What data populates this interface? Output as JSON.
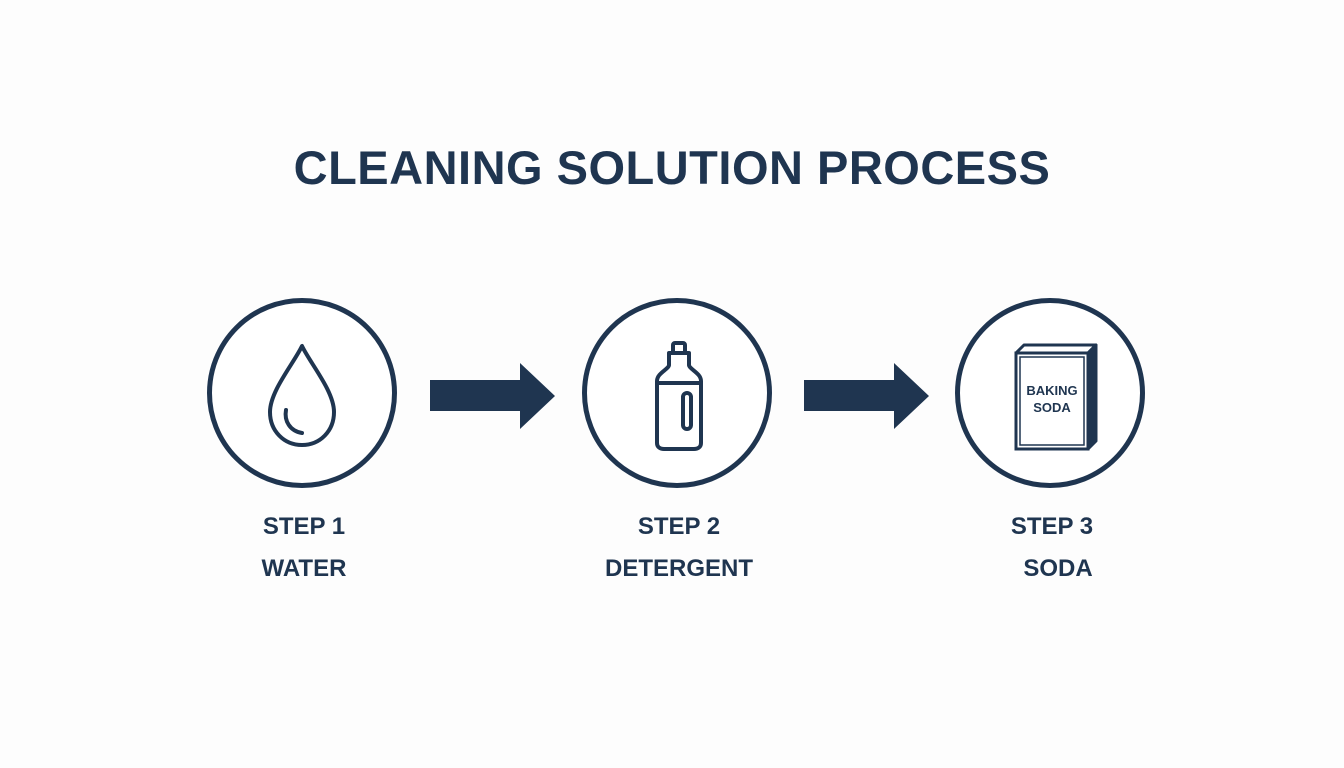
{
  "title": "CLEANING SOLUTION PROCESS",
  "colors": {
    "primary": "#1f3550",
    "background": "#fdfdfd"
  },
  "steps": [
    {
      "number": "STEP 1",
      "name": "WATER",
      "icon": "water-drop-icon"
    },
    {
      "number": "STEP 2",
      "name": "DETERGENT",
      "icon": "detergent-bottle-icon"
    },
    {
      "number": "STEP 3",
      "name": "SODA",
      "icon": "baking-soda-box-icon"
    }
  ],
  "box_label": {
    "line1": "BAKING",
    "line2": "SODA"
  }
}
